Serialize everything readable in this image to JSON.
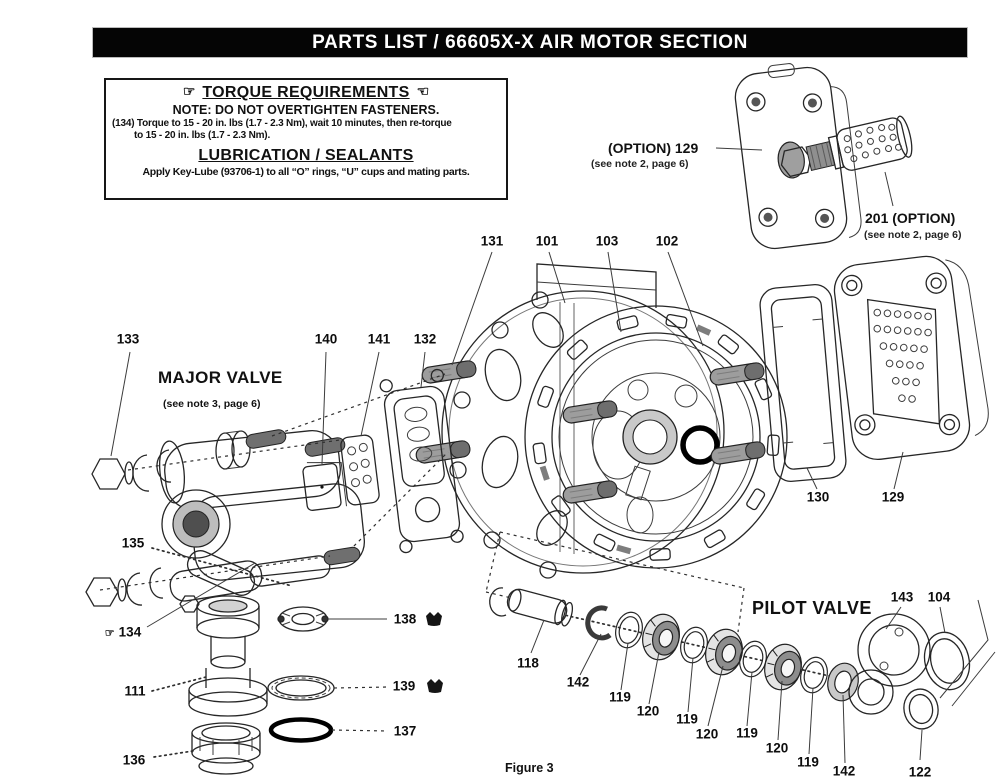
{
  "header": {
    "title": "PARTS LIST / 66605X-X AIR MOTOR SECTION"
  },
  "info_box": {
    "hand_left": "☞",
    "hand_right": "☜",
    "torque_title": "TORQUE REQUIREMENTS",
    "note": "NOTE: DO NOT OVERTIGHTEN FASTENERS.",
    "torque_line1": "(134) Torque to 15 - 20 in. lbs (1.7 - 2.3 Nm), wait 10 minutes, then re-torque",
    "torque_line2": "to 15 - 20 in. lbs (1.7 - 2.3 Nm).",
    "lube_title": "LUBRICATION / SEALANTS",
    "lube_line": "Apply Key-Lube (93706-1) to all “O” rings, “U” cups and mating parts."
  },
  "sections": {
    "major_valve_title": "MAJOR VALVE",
    "major_valve_note": "(see note 3, page 6)",
    "pilot_valve_title": "PILOT VALVE"
  },
  "options": {
    "opt129_label": "(OPTION) 129",
    "opt129_note": "(see note 2, page 6)",
    "opt201_label": "201 (OPTION)",
    "opt201_note": "(see note 2, page 6)"
  },
  "figure_caption": "Figure 3",
  "pointer_134": "☞",
  "parts": {
    "101": "101",
    "102": "102",
    "103": "103",
    "104": "104",
    "111": "111",
    "118": "118",
    "119": "119",
    "120": "120",
    "122": "122",
    "129": "129",
    "130": "130",
    "131": "131",
    "132": "132",
    "133": "133",
    "134": "134",
    "135": "135",
    "136": "136",
    "137": "137",
    "138": "138",
    "139": "139",
    "140": "140",
    "141": "141",
    "142": "142",
    "143": "143"
  }
}
